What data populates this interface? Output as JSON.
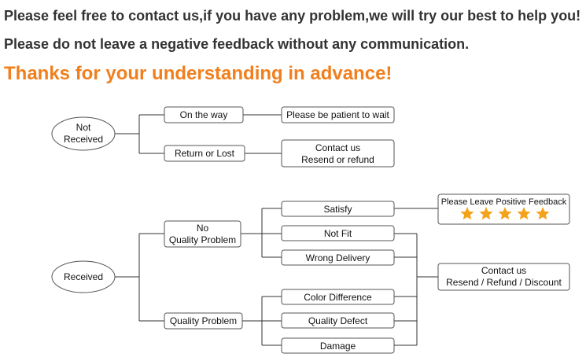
{
  "header": {
    "line1": "Please feel free to contact us,if you have any problem,we will try our best to help you!",
    "line2": "Please do not leave a negative feedback without any communication.",
    "line3": "Thanks for your understanding in advance!"
  },
  "not_received": {
    "root": [
      "Not",
      "Received"
    ],
    "on_the_way": "On the way",
    "wait": "Please be patient to wait",
    "return_lost": "Return or Lost",
    "contact": [
      "Contact us",
      "Resend or refund"
    ]
  },
  "received": {
    "root": "Received",
    "no_quality": [
      "No",
      "Quality Problem"
    ],
    "quality": "Quality Problem",
    "satisfy": "Satisfy",
    "not_fit": "Not Fit",
    "wrong_delivery": "Wrong Delivery",
    "color_difference": "Color Difference",
    "quality_defect": "Quality Defect",
    "damage": "Damage",
    "positive_feedback": "Please Leave Positive Feedback",
    "contact": [
      "Contact us",
      "Resend / Refund / Discount"
    ]
  },
  "colors": {
    "accent": "#f07f1e",
    "star": "#f5a21b",
    "text": "#333333"
  },
  "stars": 5
}
